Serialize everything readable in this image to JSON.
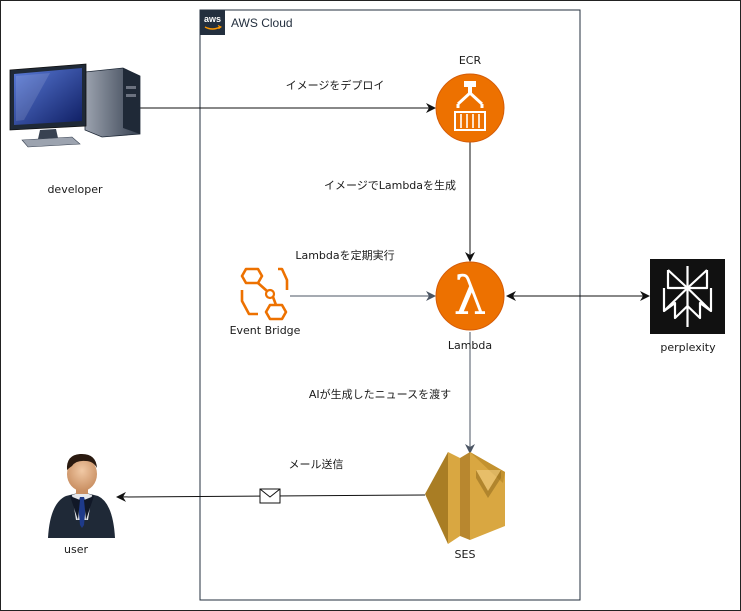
{
  "cloud": {
    "title": "AWS Cloud",
    "badge": "aws"
  },
  "nodes": {
    "developer": {
      "label": "developer"
    },
    "ecr": {
      "label": "ECR"
    },
    "lambda": {
      "label": "Lambda",
      "symbol": "λ"
    },
    "eventbridge": {
      "label": "Event Bridge"
    },
    "perplexity": {
      "label": "perplexity"
    },
    "ses": {
      "label": "SES"
    },
    "user": {
      "label": "user"
    }
  },
  "edges": {
    "developer_to_ecr": "イメージをデプロイ",
    "ecr_to_lambda": "イメージでLambdaを生成",
    "eventbridge_to_lambda": "Lambdaを定期実行",
    "lambda_to_ses": "AIが生成したニュースを渡す",
    "ses_to_user": "メール送信"
  },
  "colors": {
    "aws_orange": "#ED7100",
    "aws_orange_dark": "#D45B07",
    "ses_gold": "#D9A741",
    "ses_gold_dark": "#A97D24",
    "perplexity_bg": "#111111",
    "edge": "#333333",
    "edge_light": "#6b7280"
  },
  "icons": {
    "developer": "desktop-computer-icon",
    "ecr": "container-registry-icon",
    "lambda": "lambda-icon",
    "eventbridge": "eventbridge-icon",
    "perplexity": "perplexity-logo-icon",
    "ses": "ses-icon",
    "user": "businessman-icon",
    "envelope": "envelope-icon"
  }
}
